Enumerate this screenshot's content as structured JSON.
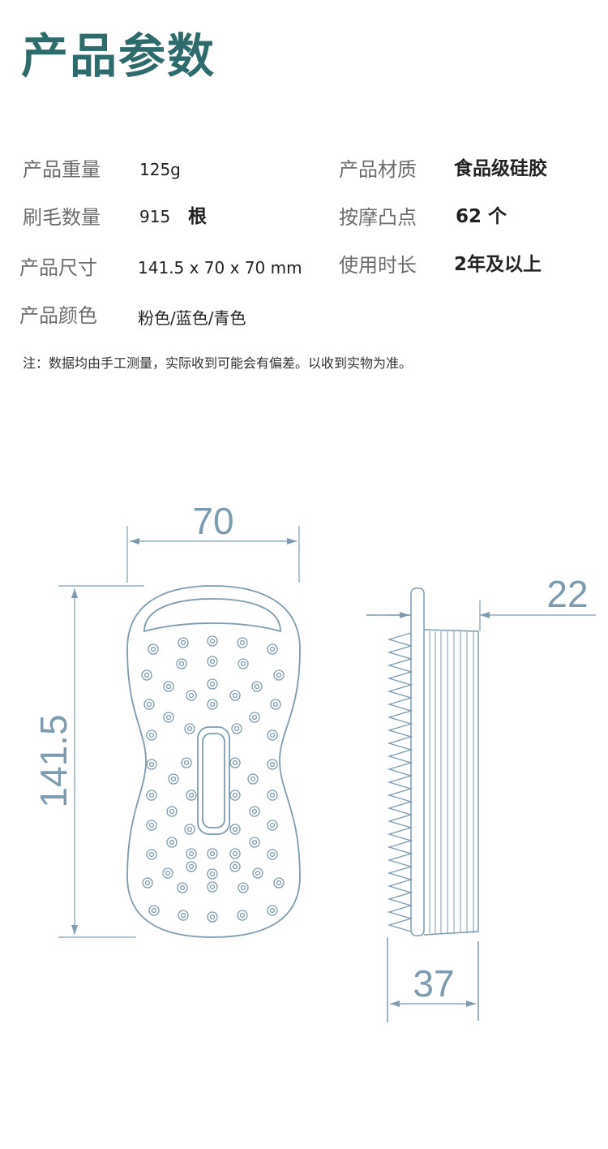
{
  "title": "产品参数",
  "specs": {
    "weight": {
      "label": "产品重量",
      "value": "125g"
    },
    "bristles": {
      "label": "刷毛数量",
      "value": "915",
      "unit": "根"
    },
    "size": {
      "label": "产品尺寸",
      "value": "141.5 x 70 x 70 mm"
    },
    "color": {
      "label": "产品颜色",
      "value": "粉色/蓝色/青色"
    },
    "material": {
      "label": "产品材质",
      "value": "食品级硅胶"
    },
    "bumps": {
      "label": "按摩凸点",
      "value": "62 个"
    },
    "lifespan": {
      "label": "使用时长",
      "value": "2年及以上"
    }
  },
  "note": "注：数据均由手工测量，实际收到可能会有偏差。以收到实物为准。",
  "dimensions": {
    "width": "70",
    "height": "141.5",
    "depth": "22",
    "bristle_width": "37"
  },
  "colors": {
    "title": "#2e6b6c",
    "line": "#7d9cb0"
  }
}
